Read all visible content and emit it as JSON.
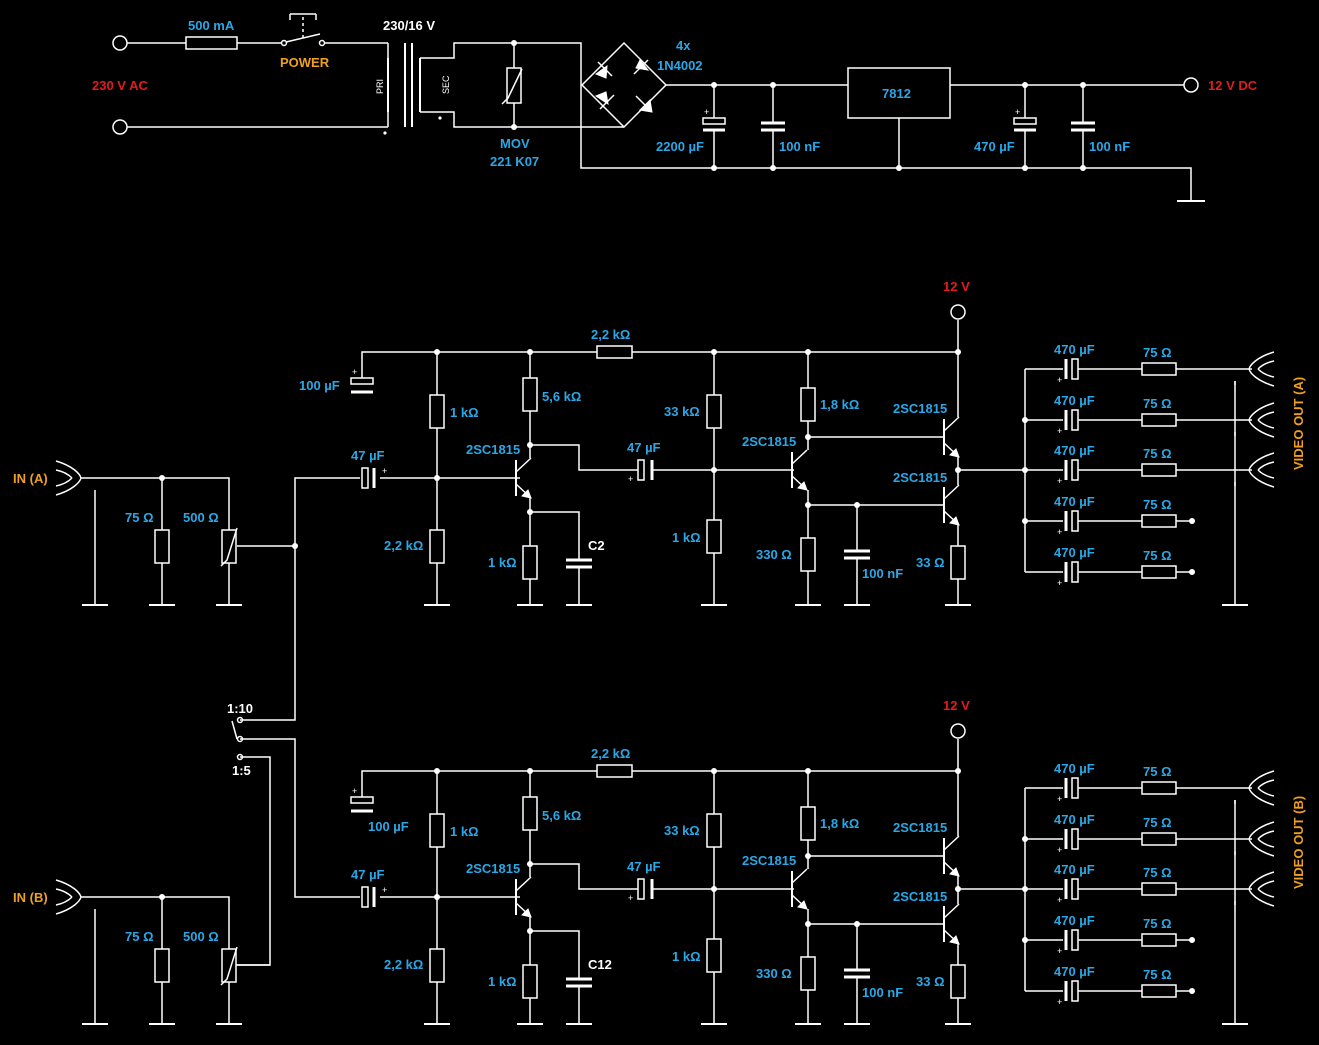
{
  "colors": {
    "background": "#000000",
    "wire": "#ffffff",
    "value_label": "#2aa7e6",
    "supply_label": "#e01c1c",
    "io_label": "#f0a020"
  },
  "power_supply": {
    "ac_input": "230 V AC",
    "fuse": "500 mA",
    "switch": "POWER",
    "transformer": "230/16 V",
    "primary": "PRI",
    "secondary": "SEC",
    "mov_line1": "MOV",
    "mov_line2": "221 K07",
    "bridge_line1": "4x",
    "bridge_line2": "1N4002",
    "cap_bulk": "2200 µF",
    "cap_decouple1": "100 nF",
    "regulator": "7812",
    "cap_out": "470 µF",
    "cap_decouple2": "100 nF",
    "dc_output": "12 V DC"
  },
  "selector": {
    "pos_a": "1:10",
    "pos_b": "1:5"
  },
  "channels": [
    {
      "input": "IN (A)",
      "output": "VIDEO OUT (A)",
      "supply": "12 V",
      "term": "75 Ω",
      "pot": "500 Ω",
      "cin": "47 µF",
      "cdec": "100 µF",
      "rb": "1 kΩ",
      "rb2": "2,2 kΩ",
      "rc": "5,6 kΩ",
      "q1": "2SC1815",
      "re": "1 kΩ",
      "ce": "C2",
      "rfb": "2,2 kΩ",
      "c2": "47 µF",
      "r33k": "33 kΩ",
      "r1k2": "1 kΩ",
      "q2": "2SC1815",
      "rc2": "1,8 kΩ",
      "re2": "330 Ω",
      "c100n": "100 nF",
      "q3": "2SC1815",
      "q4": "2SC1815",
      "r33": "33 Ω",
      "out_caps": [
        "470 µF",
        "470 µF",
        "470 µF",
        "470 µF",
        "470 µF"
      ],
      "out_res": [
        "75 Ω",
        "75 Ω",
        "75 Ω",
        "75 Ω",
        "75 Ω"
      ]
    },
    {
      "input": "IN (B)",
      "output": "VIDEO OUT (B)",
      "supply": "12 V",
      "term": "75 Ω",
      "pot": "500 Ω",
      "cin": "47 µF",
      "cdec": "100 µF",
      "rb": "1 kΩ",
      "rb2": "2,2 kΩ",
      "rc": "5,6 kΩ",
      "q1": "2SC1815",
      "re": "1 kΩ",
      "ce": "C12",
      "rfb": "2,2 kΩ",
      "c2": "47 µF",
      "r33k": "33 kΩ",
      "r1k2": "1 kΩ",
      "q2": "2SC1815",
      "rc2": "1,8 kΩ",
      "re2": "330 Ω",
      "c100n": "100 nF",
      "q3": "2SC1815",
      "q4": "2SC1815",
      "r33": "33 Ω",
      "out_caps": [
        "470 µF",
        "470 µF",
        "470 µF",
        "470 µF",
        "470 µF"
      ],
      "out_res": [
        "75 Ω",
        "75 Ω",
        "75 Ω",
        "75 Ω",
        "75 Ω"
      ]
    }
  ]
}
